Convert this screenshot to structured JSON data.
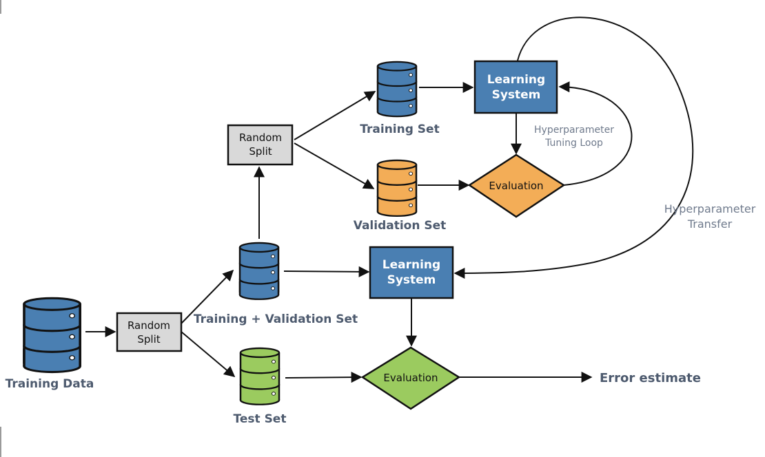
{
  "nodes": {
    "training_data": {
      "label": "Training Data"
    },
    "random_split_top": {
      "line1": "Random",
      "line2": "Split"
    },
    "random_split_bottom": {
      "line1": "Random",
      "line2": "Split"
    },
    "training_set": {
      "label": "Training Set"
    },
    "validation_set": {
      "label": "Validation Set"
    },
    "train_val_set": {
      "label": "Training + Validation Set"
    },
    "test_set": {
      "label": "Test Set"
    },
    "learning_system_top": {
      "line1": "Learning",
      "line2": "System"
    },
    "learning_system_bottom": {
      "line1": "Learning",
      "line2": "System"
    },
    "evaluation_top": {
      "label": "Evaluation"
    },
    "evaluation_bottom": {
      "label": "Evaluation"
    },
    "error_estimate": {
      "label": "Error estimate"
    }
  },
  "annotations": {
    "tuning_loop": {
      "line1": "Hyperparameter",
      "line2": "Tuning Loop"
    },
    "transfer": {
      "line1": "Hyperparameter",
      "line2": "Transfer"
    }
  },
  "colors": {
    "blue_fill": "#4a7fb2",
    "orange_fill": "#f3ad57",
    "green_fill": "#9bcb5f",
    "gray_fill": "#d9d9d9",
    "label_text": "#4d5a6e",
    "annotation_text": "#6f7a8c"
  }
}
